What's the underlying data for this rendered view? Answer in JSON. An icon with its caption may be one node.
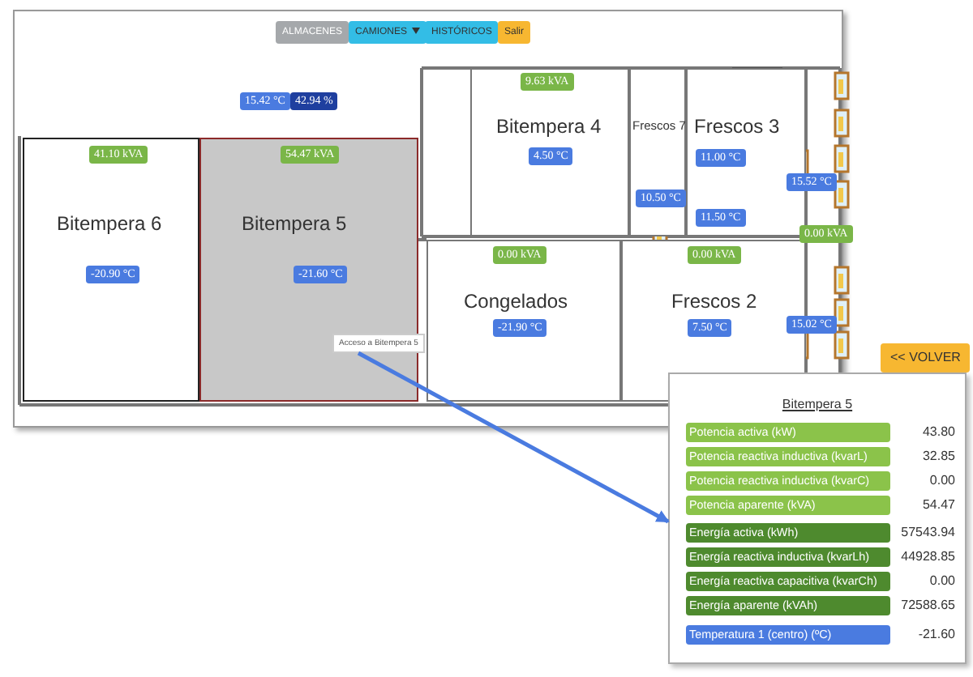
{
  "diagram": {
    "nodes": [
      {
        "text": [
          "41.10 kVA",
          "Bitempera 6",
          "-20.90 °C"
        ]
      },
      {
        "text": [
          "54.47 kVA",
          "Bitempera 5",
          "-21.60 °C"
        ]
      },
      {
        "text": [
          "Acceso a Bitempera 5"
        ],
        "in": 1
      },
      {
        "text": [
          "9.63 kVA",
          "Bitempera 4",
          "4.50 °C"
        ]
      },
      {
        "text": [
          "Frescos 7",
          "10.50 °C"
        ]
      },
      {
        "text": [
          "Frescos 3",
          "11.00 °C",
          "11.50 °C"
        ]
      },
      {
        "text": [
          "0.00 kVA",
          "Congelados",
          "-21.90 °C"
        ]
      },
      {
        "text": [
          "0.00 kVA",
          "Frescos 2",
          "7.50 °C"
        ]
      },
      {
        "text": [
          "Bitempera 5"
        ]
      },
      {
        "text": [
          "Potencia activa (kW)"
        ],
        "in": 8,
        "beside": [
          "43.80"
        ]
      },
      {
        "text": [
          "Potencia reactiva inductiva (kvarL)"
        ],
        "in": 8,
        "beside": [
          "32.85"
        ]
      },
      {
        "text": [
          "Potencia reactiva inductiva (kvarC)"
        ],
        "in": 8,
        "beside": [
          "0.00"
        ]
      },
      {
        "text": [
          "Potencia aparente (kVA)"
        ],
        "in": 8,
        "beside": [
          "54.47"
        ]
      },
      {
        "text": [
          "Energía activa (kWh)"
        ],
        "in": 8,
        "beside": [
          "57543.94"
        ]
      },
      {
        "text": [
          "Energía reactiva inductiva (kvarLh)"
        ],
        "in": 8,
        "beside": [
          "44928.85"
        ]
      },
      {
        "text": [
          "Energía reactiva capacitiva (kvarCh)"
        ],
        "in": 8,
        "beside": [
          "0.00"
        ]
      },
      {
        "text": [
          "Energía aparente (kVAh)"
        ],
        "in": 8,
        "beside": [
          "72588.65"
        ]
      },
      {
        "text": [
          "Temperatura 1 (centro) (ºC)"
        ],
        "in": 8,
        "beside": [
          "-21.60"
        ]
      }
    ],
    "edges": [
      {
        "from": 2,
        "to": 8,
        "arrow": "to"
      }
    ],
    "labels": [
      "ALMACENES",
      "CAMIONES",
      "HISTÓRICOS",
      "Salir",
      "15.42 °C",
      "42.94 %",
      "15.52 °C",
      "0.00 kVA",
      "15.02 °C",
      "<< VOLVER"
    ]
  }
}
